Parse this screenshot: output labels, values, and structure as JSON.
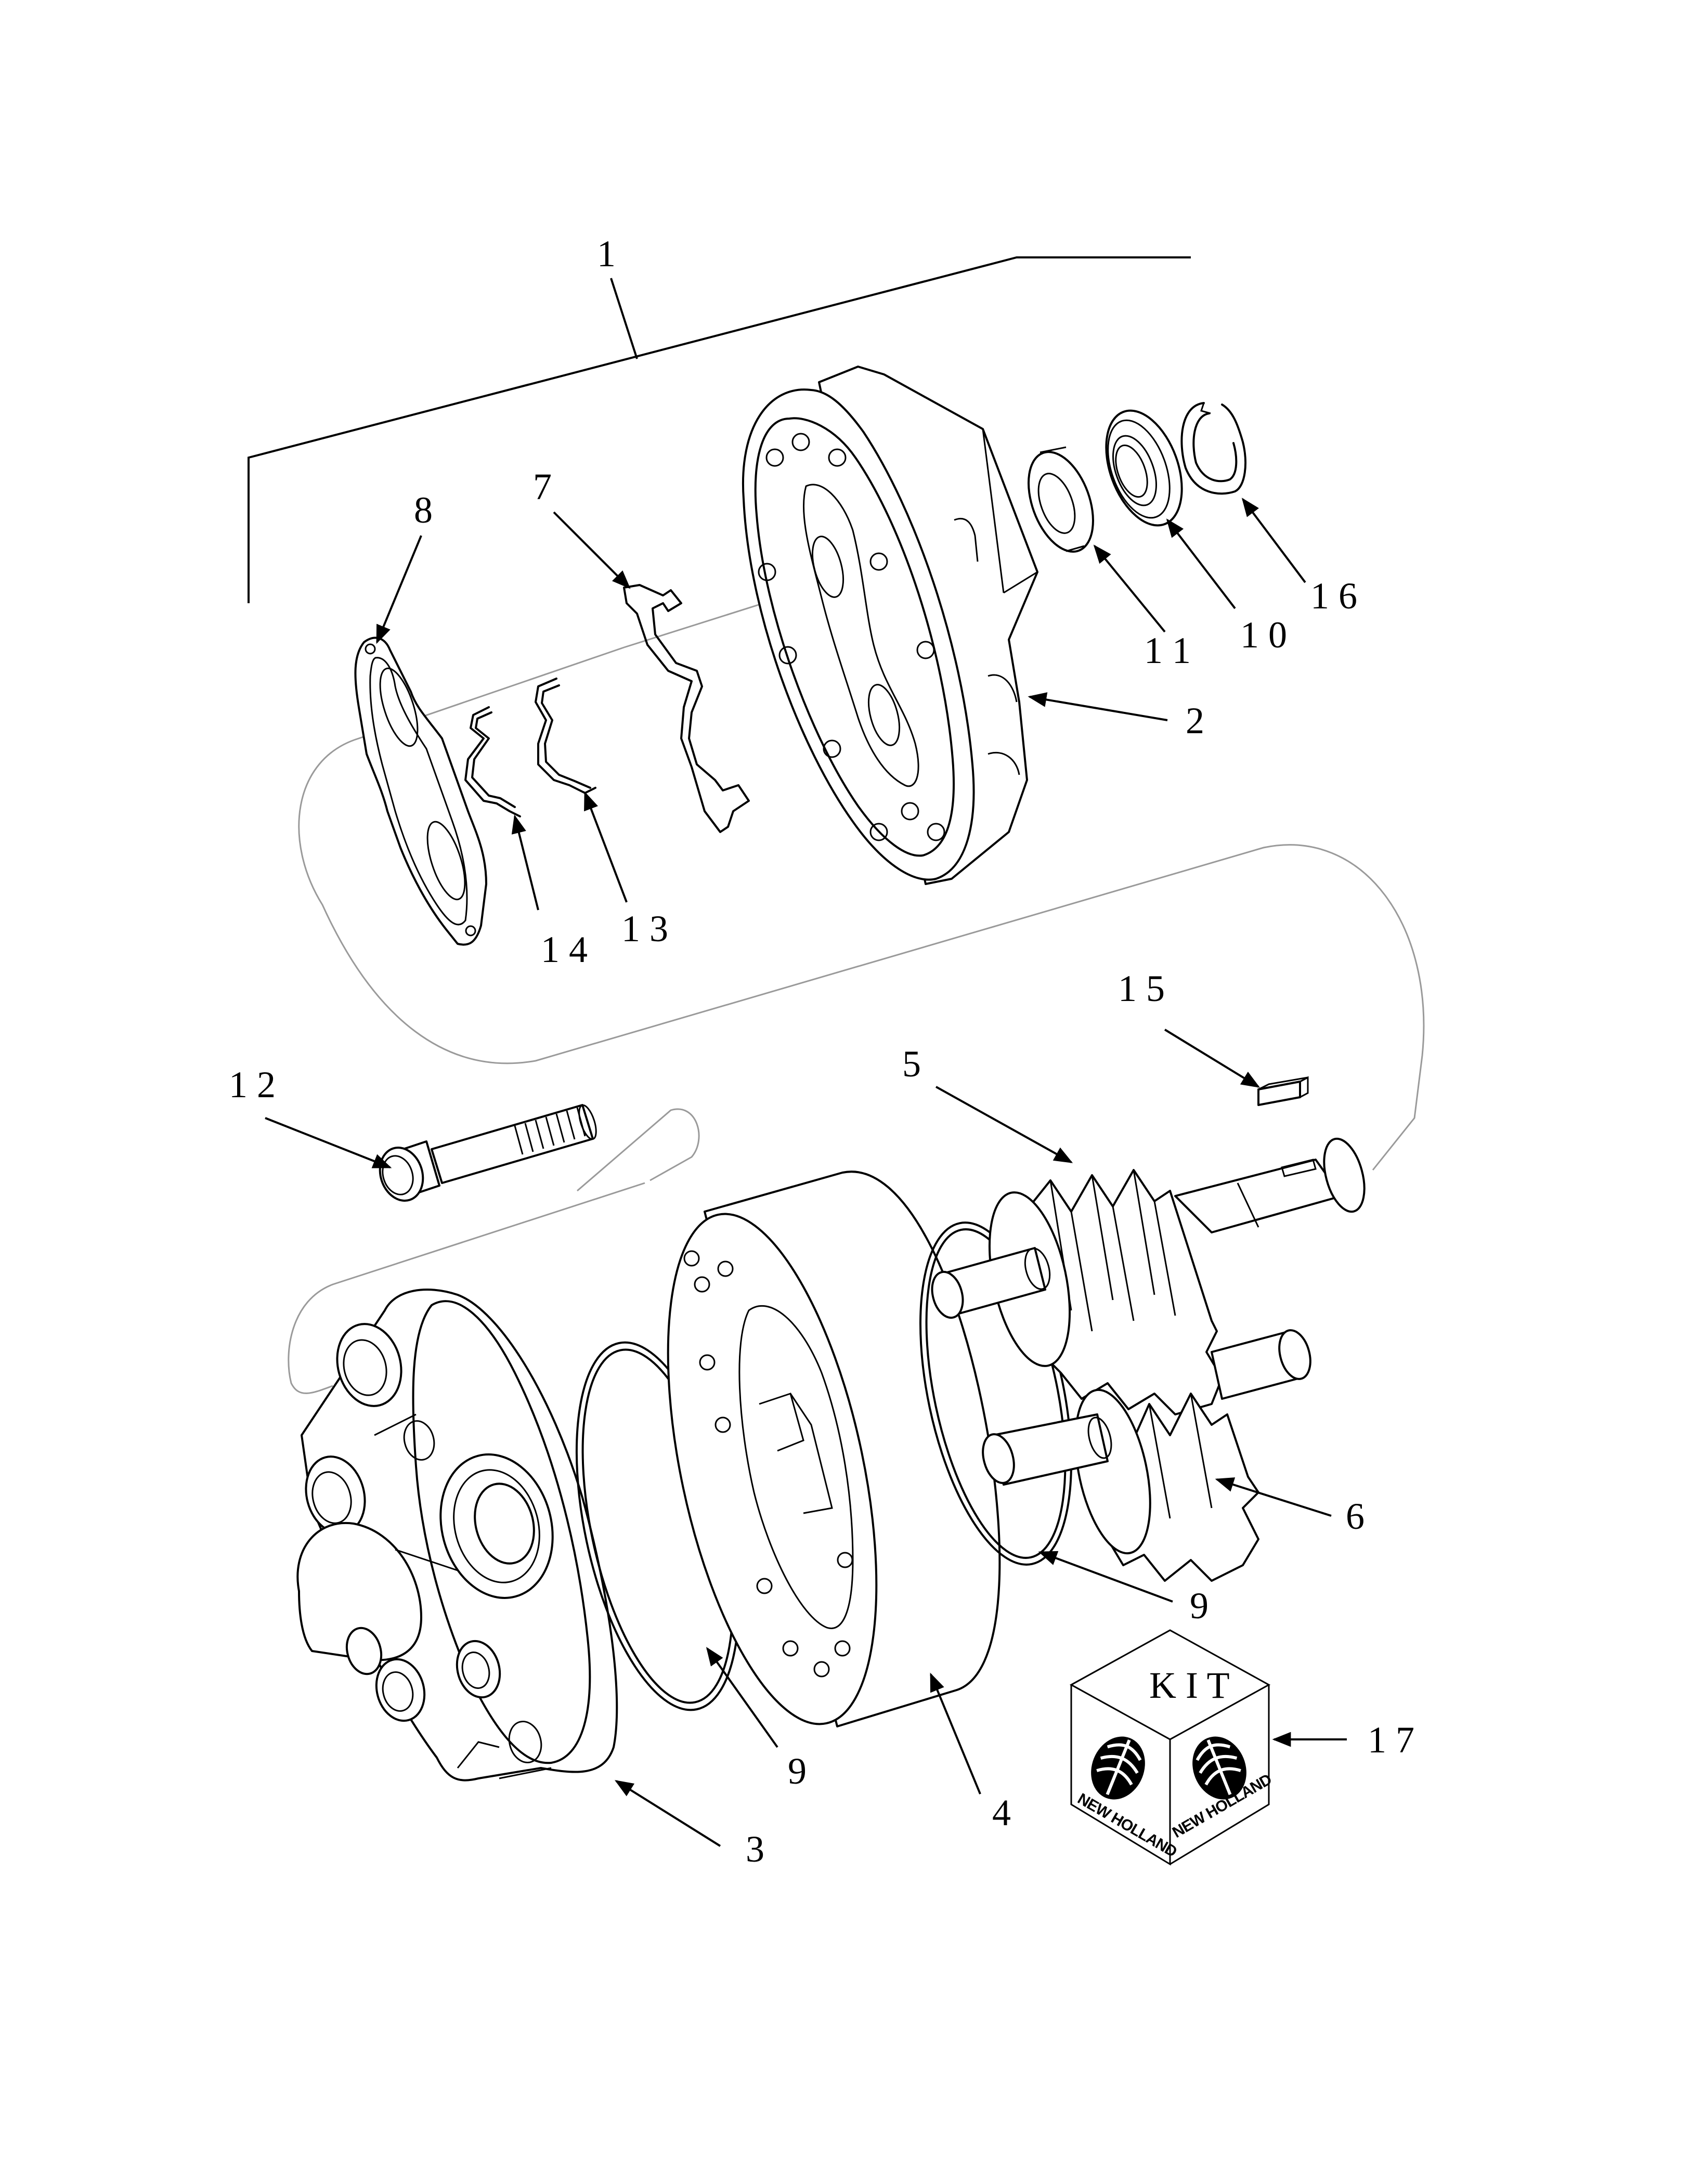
{
  "diagram": {
    "callouts": [
      {
        "id": "c1",
        "text": "1"
      },
      {
        "id": "c2",
        "text": "2"
      },
      {
        "id": "c3",
        "text": "3"
      },
      {
        "id": "c4",
        "text": "4"
      },
      {
        "id": "c5",
        "text": "5"
      },
      {
        "id": "c6",
        "text": "6"
      },
      {
        "id": "c7",
        "text": "7"
      },
      {
        "id": "c8",
        "text": "8"
      },
      {
        "id": "c9a",
        "text": "9"
      },
      {
        "id": "c9b",
        "text": "9"
      },
      {
        "id": "c10",
        "text": "1 0"
      },
      {
        "id": "c11",
        "text": "1 1"
      },
      {
        "id": "c12",
        "text": "1 2"
      },
      {
        "id": "c13",
        "text": "1 3"
      },
      {
        "id": "c14",
        "text": "1 4"
      },
      {
        "id": "c15",
        "text": "1 5"
      },
      {
        "id": "c16",
        "text": "1 6"
      },
      {
        "id": "c17",
        "text": "1 7"
      }
    ],
    "kit_box": {
      "label": "K I T",
      "brand": "NEW HOLLAND"
    }
  }
}
